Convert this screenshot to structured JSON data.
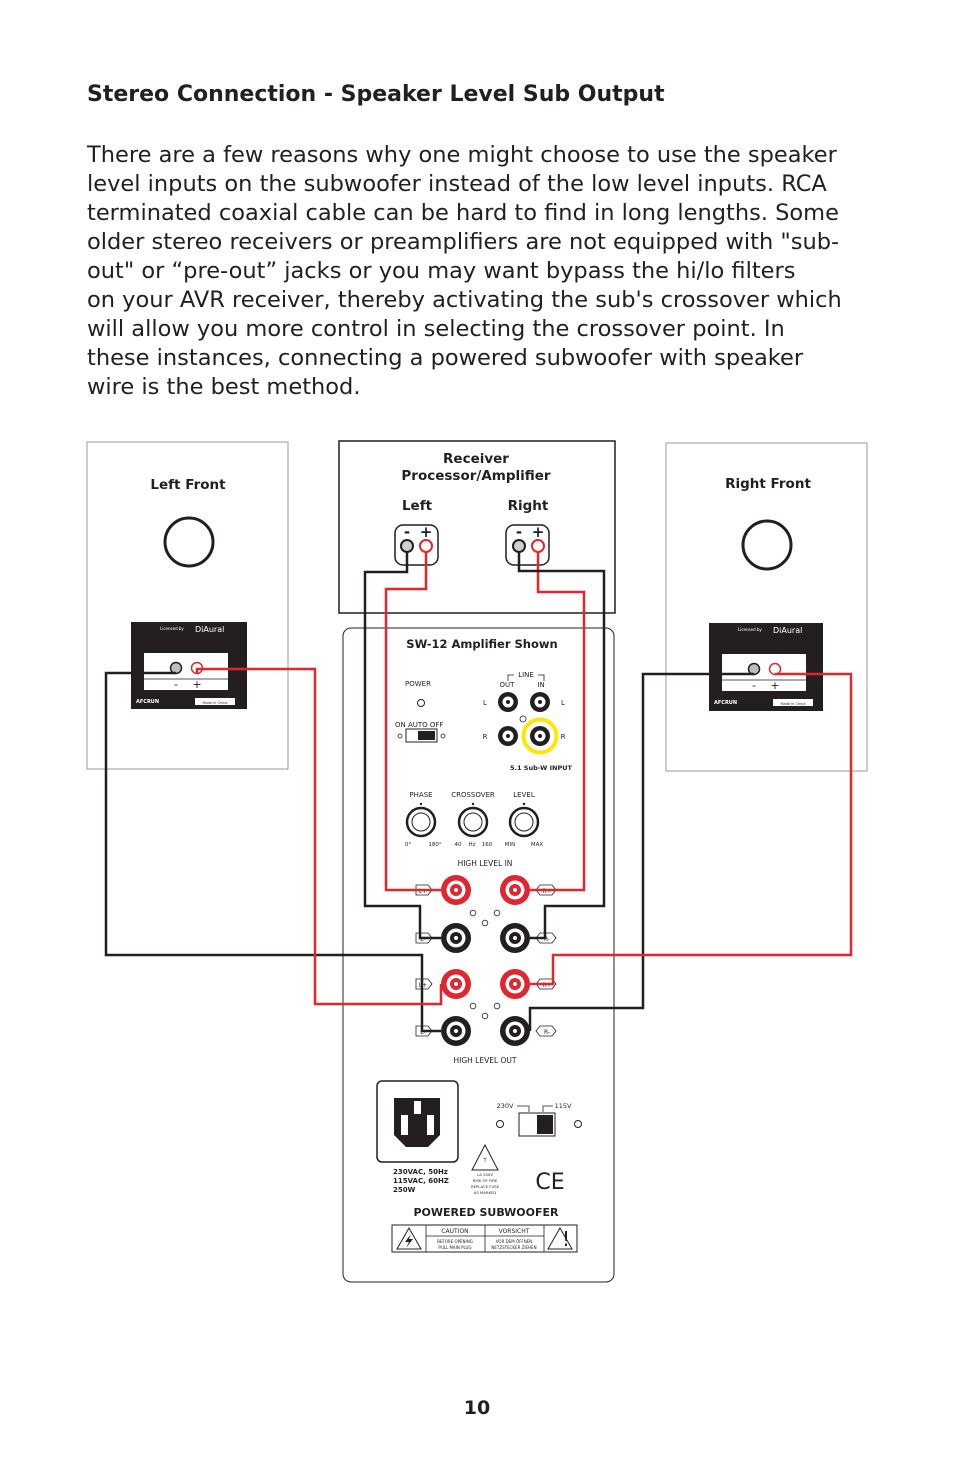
{
  "heading": "Stereo Connection - Speaker Level Sub Output",
  "body_lines": [
    "There are a few reasons why one might choose to use the speaker",
    "level inputs on the subwoofer instead of the low level inputs. RCA",
    "terminated coaxial cable can be hard to find in long lengths. Some",
    "older stereo receivers or preamplifiers are not equipped with \"sub-",
    "out\" or “pre-out” jacks or you may want bypass the hi/lo filters",
    "on your AVR receiver, thereby activating the sub's crossover which",
    "will allow you more control in selecting the crossover point. In",
    "these instances, connecting a powered subwoofer with speaker",
    "wire is the best method."
  ],
  "diagram": {
    "left_speaker": {
      "label": "Left Front",
      "licensed": "Licensed by",
      "brand": "DiAural",
      "minus": "-",
      "plus": "+",
      "maker": "AFCRUN",
      "badge": "Made in China"
    },
    "right_speaker": {
      "label": "Right Front",
      "licensed": "Licensed by",
      "brand": "DiAural",
      "minus": "-",
      "plus": "+",
      "maker": "AFCRUN",
      "badge": "Made in China"
    },
    "receiver": {
      "title_line1": "Receiver",
      "title_line2": "Processor/Amplifier",
      "left_label": "Left",
      "right_label": "Right",
      "minus": "-",
      "plus": "+"
    },
    "amplifier": {
      "title": "SW-12 Amplifier Shown",
      "power_label": "POWER",
      "switch_label": "ON AUTO OFF",
      "line_label": "LINE",
      "out_label": "OUT",
      "in_label": "IN",
      "l_label": "L",
      "r_label": "R",
      "sub_input_label": "5.1 Sub-W INPUT",
      "phase_label": "PHASE",
      "crossover_label": "CROSSOVER",
      "level_label": "LEVEL",
      "phase_min": "0°",
      "phase_max": "180°",
      "crossover_min": "40",
      "crossover_unit": "Hz",
      "crossover_max": "160",
      "level_min": "MIN",
      "level_max": "MAX",
      "high_level_in": "HIGH LEVEL IN",
      "high_level_out": "HIGH LEVEL OUT",
      "terminals_left": [
        "L+",
        "L-",
        "L+",
        "L-"
      ],
      "terminals_right": [
        "R+",
        "R-",
        "R+",
        "R-"
      ],
      "voltage_230": "230V",
      "voltage_115": "115V",
      "spec_lines": [
        "230VAC, 50Hz",
        "115VAC, 60HZ",
        "250W"
      ],
      "fuse_lines": [
        "T",
        "LA 250V",
        "RISK OF FIRE",
        "REPLACE FUSE",
        "AS MARKED"
      ],
      "ce_mark": "CE",
      "product_name": "POWERED SUBWOOFER",
      "caution": "CAUTION",
      "vorsicht": "VORSICHT",
      "caution_lines": [
        "BEFORE OPENING",
        "PULL MAIN PLUG"
      ],
      "vorsicht_lines": [
        "VOR DEM ÖFFNEN",
        "NETZSTECKER ZIEHEN"
      ],
      "warning_symbol": "!"
    }
  },
  "page_number": "10",
  "colors": {
    "wire_red": "#e0262f",
    "wire_black": "#231f20",
    "highlight_yellow": "#ffe600"
  }
}
